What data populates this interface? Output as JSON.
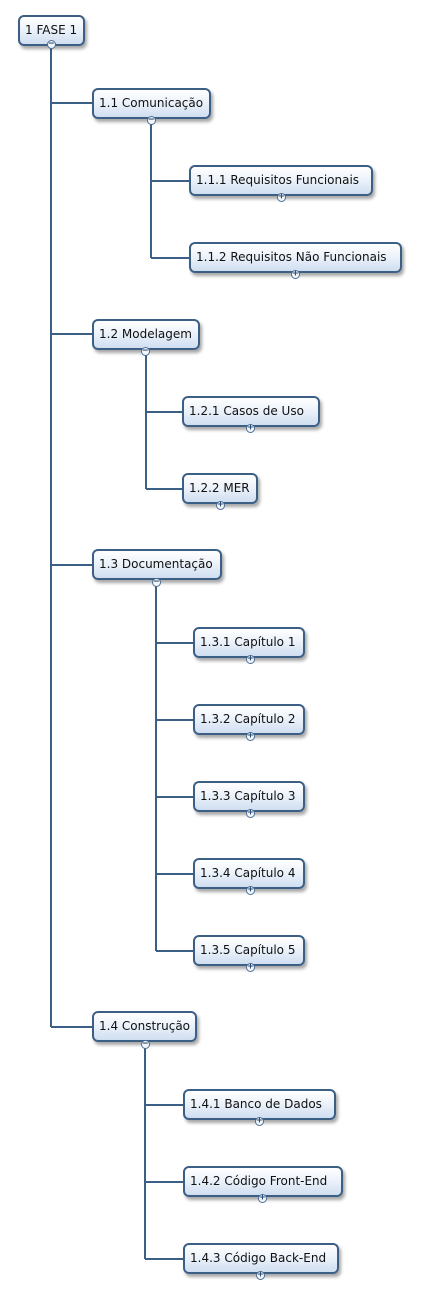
{
  "nodes": [
    {
      "id": "n1",
      "label": "1 FASE 1",
      "toggle": "−"
    },
    {
      "id": "n1_1",
      "label": "1.1 Comunicação",
      "toggle": "−"
    },
    {
      "id": "n1_1_1",
      "label": "1.1.1 Requisitos Funcionais",
      "toggle": "+"
    },
    {
      "id": "n1_1_2",
      "label": "1.1.2 Requisitos Não Funcionais",
      "toggle": "+"
    },
    {
      "id": "n1_2",
      "label": "1.2 Modelagem",
      "toggle": "−"
    },
    {
      "id": "n1_2_1",
      "label": "1.2.1 Casos de Uso",
      "toggle": "+"
    },
    {
      "id": "n1_2_2",
      "label": "1.2.2 MER",
      "toggle": "+"
    },
    {
      "id": "n1_3",
      "label": "1.3 Documentação",
      "toggle": "−"
    },
    {
      "id": "n1_3_1",
      "label": "1.3.1 Capítulo 1",
      "toggle": "+"
    },
    {
      "id": "n1_3_2",
      "label": "1.3.2 Capítulo 2",
      "toggle": "+"
    },
    {
      "id": "n1_3_3",
      "label": "1.3.3 Capítulo 3",
      "toggle": "+"
    },
    {
      "id": "n1_3_4",
      "label": "1.3.4 Capítulo 4",
      "toggle": "+"
    },
    {
      "id": "n1_3_5",
      "label": "1.3.5 Capítulo 5",
      "toggle": "+"
    },
    {
      "id": "n1_4",
      "label": "1.4 Construção",
      "toggle": "−"
    },
    {
      "id": "n1_4_1",
      "label": "1.4.1 Banco de Dados",
      "toggle": "+"
    },
    {
      "id": "n1_4_2",
      "label": "1.4.2 Código Front-End",
      "toggle": "+"
    },
    {
      "id": "n1_4_3",
      "label": "1.4.3 Código Back-End",
      "toggle": "+"
    }
  ],
  "colors": {
    "border": "#3c5f86",
    "connector": "#3c5f86",
    "fill_top": "#ffffff",
    "fill_bottom": "#cfdef0"
  }
}
